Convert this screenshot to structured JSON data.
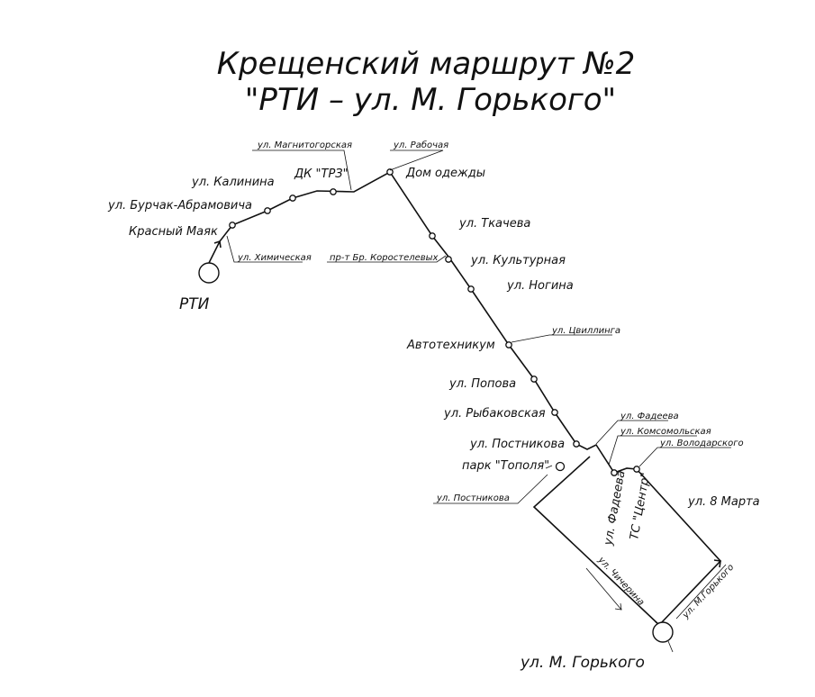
{
  "title": {
    "line1": "Крещенский маршрут №2",
    "line2": "\"РТИ – ул. М. Горького\""
  },
  "terminals": {
    "start": "РТИ",
    "end": "ул. М. Горького"
  },
  "stops": {
    "krasny_mayak": "Красный Маяк",
    "burchak": "ул. Бурчак-Абрамовича",
    "kalinina": "ул. Калинина",
    "dk_trz": "ДК \"ТРЗ\"",
    "dom_odezhdy": "Дом одежды",
    "tkacheva": "ул. Ткачева",
    "kulturnaya": "ул. Культурная",
    "nogina": "ул. Ногина",
    "avtotekhnikum": "Автотехникум",
    "popova": "ул. Попова",
    "rybakovskaya": "ул. Рыбаковская",
    "postnikova": "ул. Постникова",
    "park_topolya": "парк \"Тополя\"",
    "vosmoe_marta": "ул. 8 Марта",
    "fadeeva_v": "ул. Фадеева",
    "tc_centr": "ТС \"Центр\""
  },
  "streets": {
    "magnitogorskaya": "ул. Магнитогорская",
    "rabochaya": "ул. Рабочая",
    "khimicheskaya": "ул. Химическая",
    "korastelevykh": "пр-т Бр. Коростелевых",
    "tsvillinga": "ул. Цвиллинга",
    "fadeeva": "ул. Фадеева",
    "komsomolskaya": "ул. Комсомольская",
    "volodarskogo": "ул. Володарского",
    "postnikova": "ул. Постникова",
    "chicherina": "ул. Чичерина",
    "m_gorkogo": "ул. М.Горького"
  }
}
